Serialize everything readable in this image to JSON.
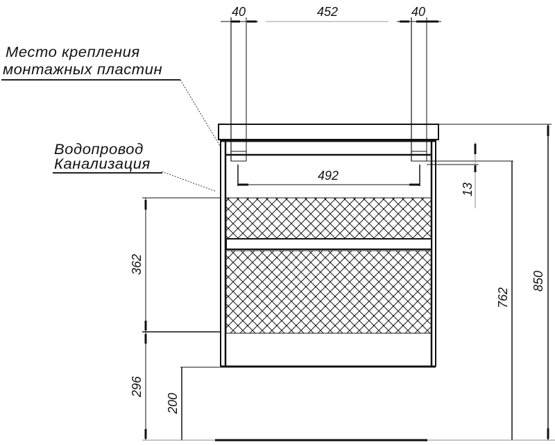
{
  "drawing": {
    "title": "Cabinet front elevation with mounting dimensions",
    "colors": {
      "line": "#111111",
      "hatch": "#222222",
      "background": "#ffffff"
    }
  },
  "labels": {
    "mount_line1": "Место крепления",
    "mount_line2": "монтажных пластин",
    "pipes_line1": "Водопровод",
    "pipes_line2": "Канализация"
  },
  "dimensions": {
    "top_left_offset": "40",
    "top_span": "452",
    "top_right_offset": "40",
    "inner_width": "492",
    "gap_small": "13",
    "height_762": "762",
    "height_850": "850",
    "zone_362": "362",
    "zone_296": "296",
    "floor_200": "200"
  }
}
